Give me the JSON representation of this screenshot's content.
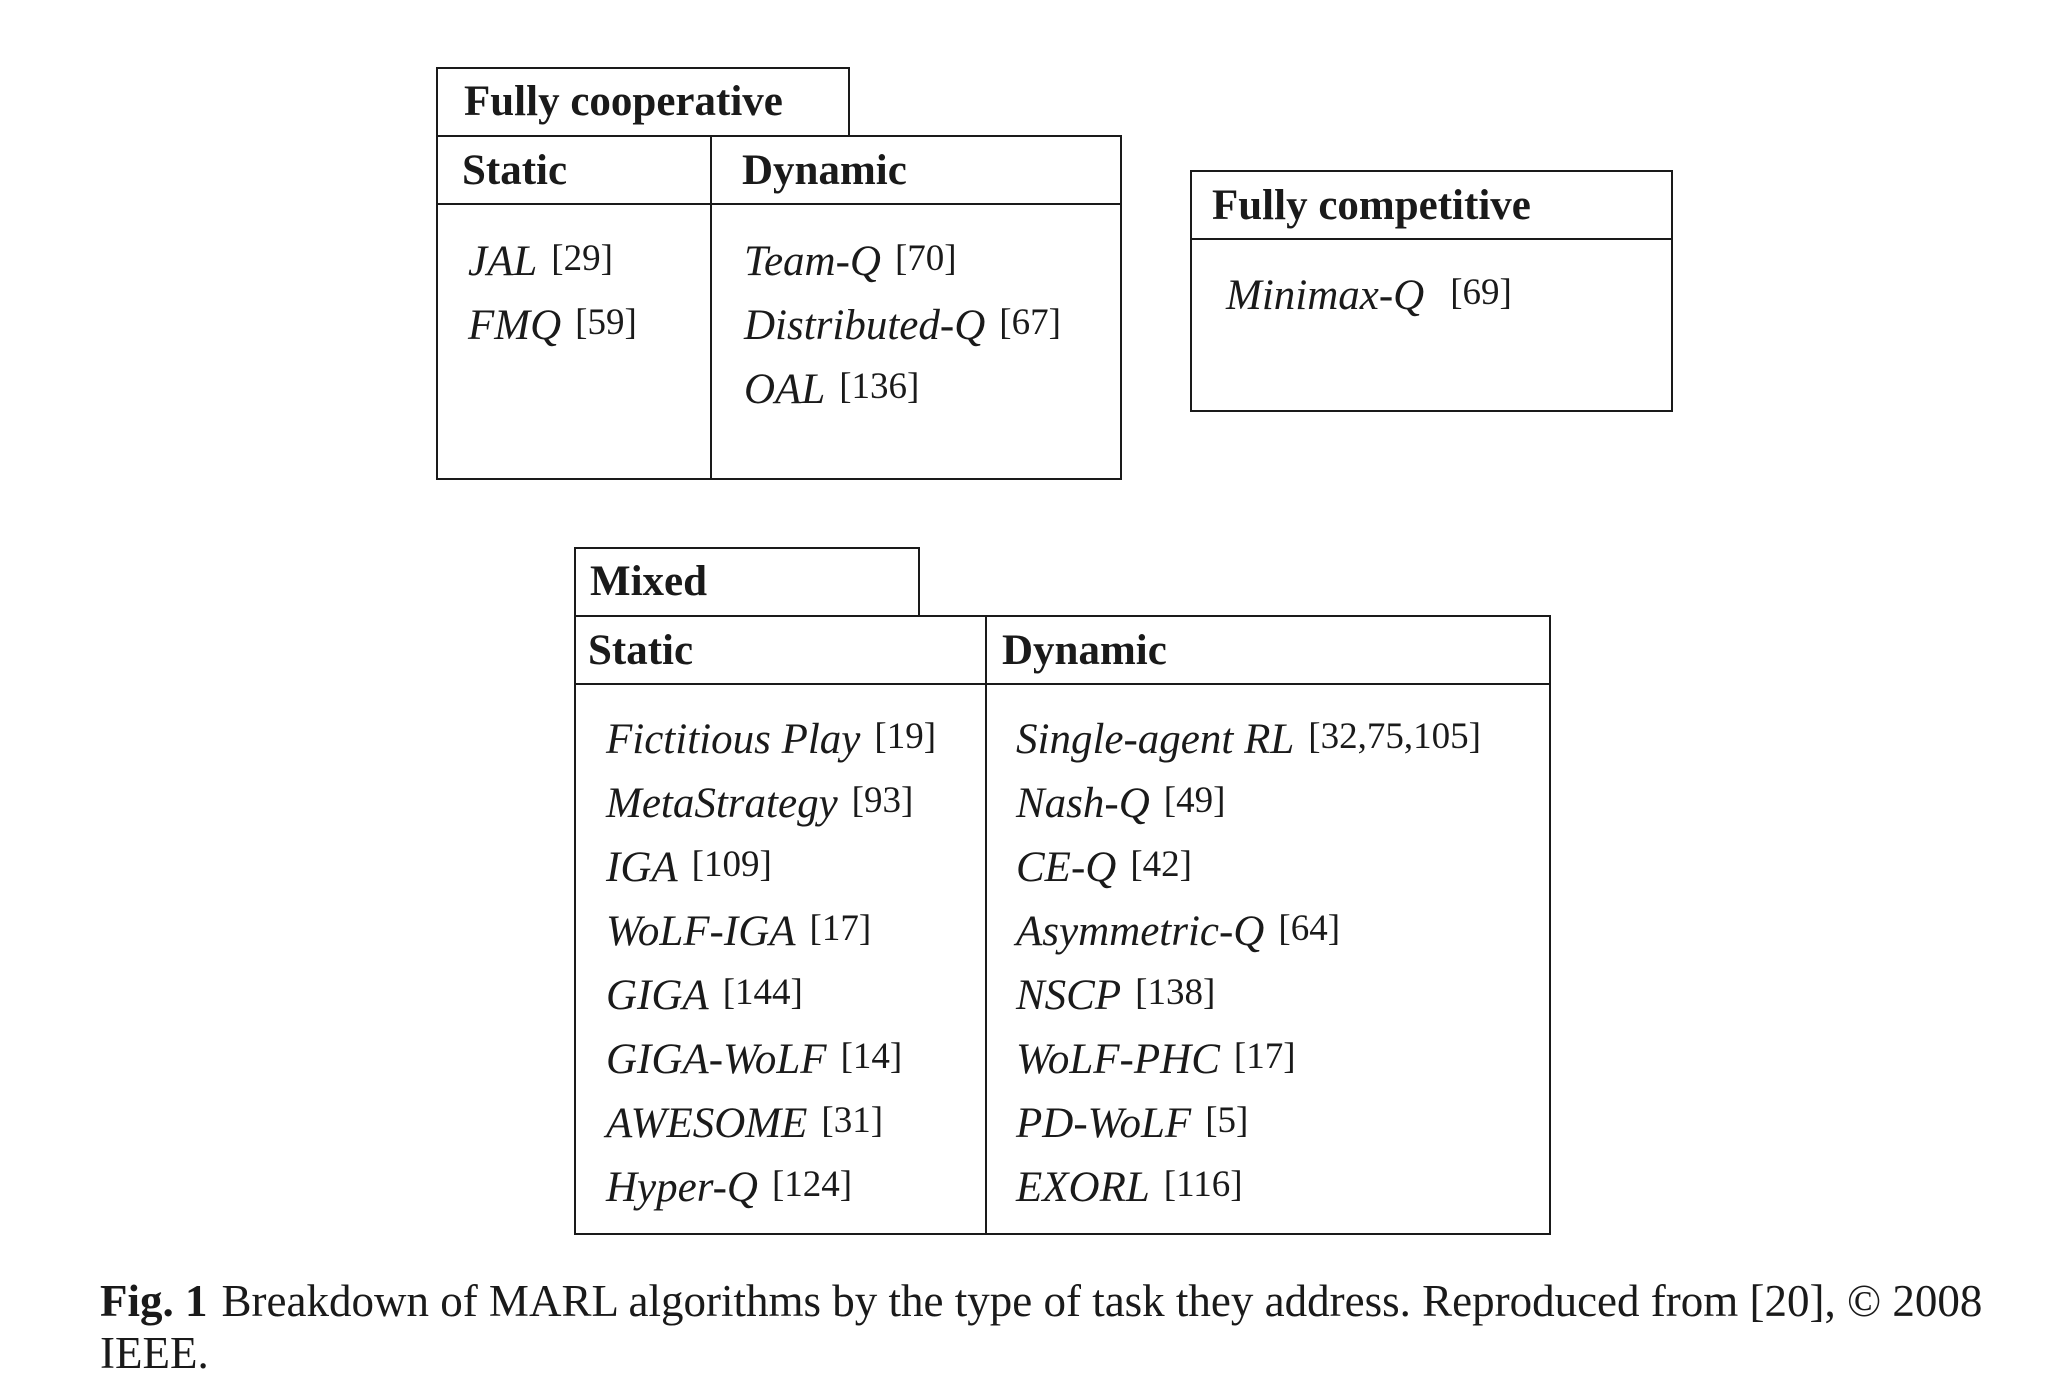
{
  "fully_cooperative": {
    "title": "Fully cooperative",
    "static": {
      "header": "Static",
      "items": [
        {
          "name": "JAL",
          "ref": "[29]"
        },
        {
          "name": "FMQ",
          "ref": "[59]"
        }
      ]
    },
    "dynamic": {
      "header": "Dynamic",
      "items": [
        {
          "name": "Team-Q",
          "ref": "[70]"
        },
        {
          "name": "Distributed-Q",
          "ref": "[67]"
        },
        {
          "name": "OAL",
          "ref": "[136]"
        }
      ]
    }
  },
  "fully_competitive": {
    "title": "Fully competitive",
    "items": [
      {
        "name": "Minimax-Q",
        "ref": "[69]"
      }
    ]
  },
  "mixed": {
    "title": "Mixed",
    "static": {
      "header": "Static",
      "items": [
        {
          "name": "Fictitious Play",
          "ref": "[19]"
        },
        {
          "name": "MetaStrategy",
          "ref": "[93]"
        },
        {
          "name": "IGA",
          "ref": "[109]"
        },
        {
          "name": "WoLF-IGA",
          "ref": "[17]"
        },
        {
          "name": "GIGA",
          "ref": "[144]"
        },
        {
          "name": "GIGA-WoLF",
          "ref": "[14]"
        },
        {
          "name": "AWESOME",
          "ref": "[31]"
        },
        {
          "name": "Hyper-Q",
          "ref": "[124]"
        }
      ]
    },
    "dynamic": {
      "header": "Dynamic",
      "items": [
        {
          "name": "Single-agent RL",
          "ref": "[32,75,105]"
        },
        {
          "name": "Nash-Q",
          "ref": "[49]"
        },
        {
          "name": "CE-Q",
          "ref": "[42]"
        },
        {
          "name": "Asymmetric-Q",
          "ref": "[64]"
        },
        {
          "name": "NSCP",
          "ref": "[138]"
        },
        {
          "name": "WoLF-PHC",
          "ref": "[17]"
        },
        {
          "name": "PD-WoLF",
          "ref": "[5]"
        },
        {
          "name": "EXORL",
          "ref": "[116]"
        }
      ]
    }
  },
  "caption": {
    "label": "Fig. 1",
    "text": "Breakdown of MARL algorithms by the type of task they address. Reproduced from [20], © 2008 IEEE."
  }
}
